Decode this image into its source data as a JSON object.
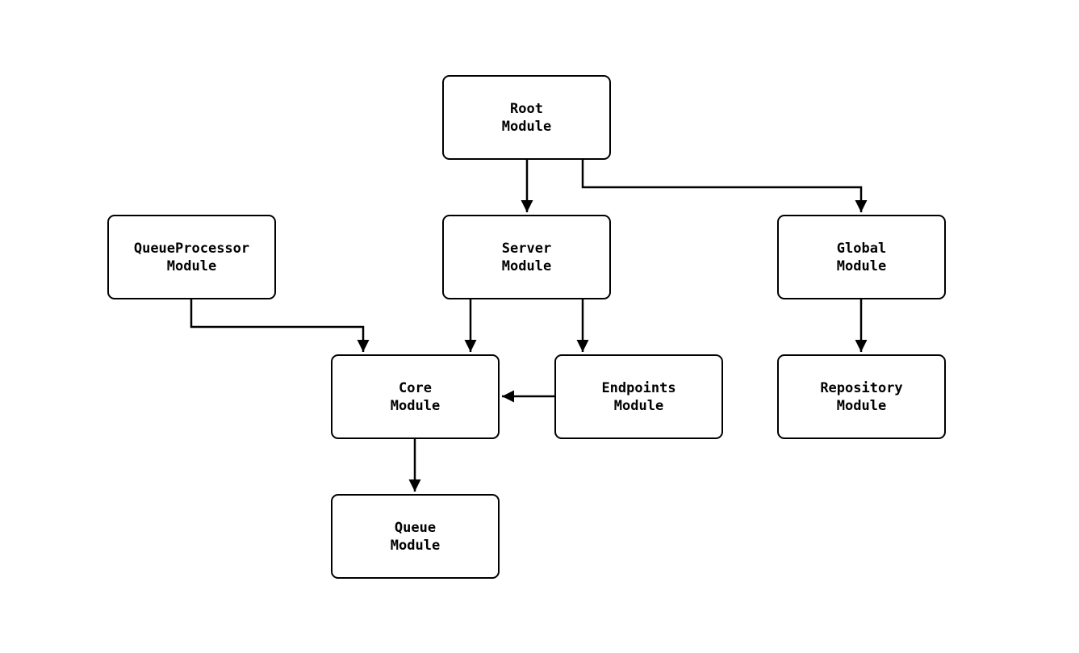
{
  "diagram": {
    "type": "module-dependency-graph",
    "background_color": "#ffffff",
    "node_border_color": "#000000",
    "node_fill_color": "#ffffff",
    "edge_color": "#000000",
    "nodes": {
      "root": {
        "label": "Root\nModule"
      },
      "server": {
        "label": "Server\nModule"
      },
      "global": {
        "label": "Global\nModule"
      },
      "queueprocessor": {
        "label": "QueueProcessor\nModule"
      },
      "core": {
        "label": "Core\nModule"
      },
      "endpoints": {
        "label": "Endpoints\nModule"
      },
      "repository": {
        "label": "Repository\nModule"
      },
      "queue": {
        "label": "Queue\nModule"
      }
    },
    "edges": [
      {
        "from": "root",
        "to": "server"
      },
      {
        "from": "root",
        "to": "global"
      },
      {
        "from": "queueprocessor",
        "to": "core"
      },
      {
        "from": "server",
        "to": "core"
      },
      {
        "from": "server",
        "to": "endpoints"
      },
      {
        "from": "endpoints",
        "to": "core"
      },
      {
        "from": "core",
        "to": "queue"
      },
      {
        "from": "global",
        "to": "repository"
      }
    ]
  }
}
